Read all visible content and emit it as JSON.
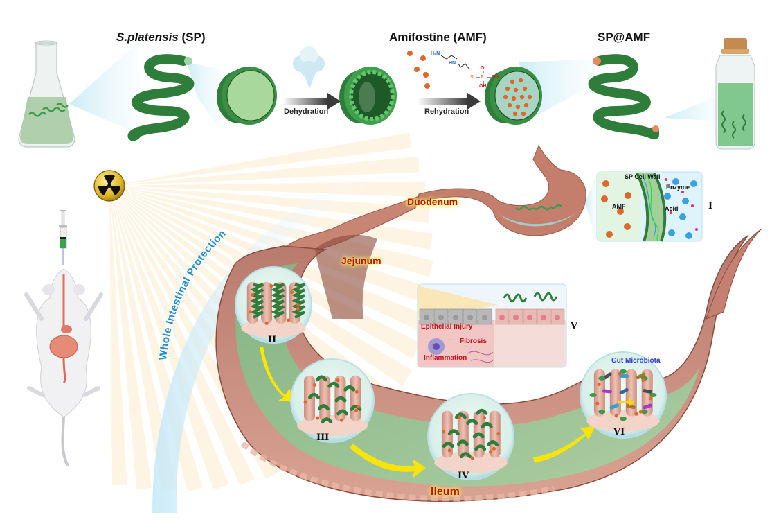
{
  "figure": {
    "top_row": {
      "sp_title_italic": "S.platensis",
      "sp_title_suffix": " (SP)",
      "amf_title": "Amifostine (AMF)",
      "composite_title": "SP@AMF",
      "step_1": "Dehydration",
      "step_2": "Rehydration",
      "chemical_structure": {
        "amine": "H₂N",
        "imine": "HN",
        "sulfur": "S",
        "phosphorus": "P",
        "oxygen": "O",
        "hydroxyl_1": "OH",
        "hydroxyl_2": "OH"
      }
    },
    "banner": "Whole Intestinal Protection",
    "regions": {
      "duodenum": "Duodenum",
      "jejunum": "Jejunum",
      "ileum": "Ileum"
    },
    "inset_I": {
      "marker": "I",
      "cell_wall": "SP Cell Wall",
      "amf": "AMF",
      "enzyme": "Enzyme",
      "acid": "Acid"
    },
    "inset_V": {
      "marker": "V",
      "epithelial_injury": "Epithelial Injury",
      "fibrosis": "Fibrosis",
      "inflammation": "Inflammation"
    },
    "villi_panels": [
      {
        "marker": "II"
      },
      {
        "marker": "III"
      },
      {
        "marker": "IV"
      },
      {
        "marker": "VI",
        "label": "Gut Microbiota"
      }
    ],
    "icons": {
      "radiation": "radiation-hazard",
      "syringe": "syringe",
      "mouse": "mouse",
      "flask": "erlenmeyer-flask",
      "vial": "corked-vial",
      "cloud": "dehydration-cloud"
    },
    "colors": {
      "spirulina_green": "#2f7d3a",
      "amf_orange": "#e0662a",
      "tissue_pink": "#c98a7c",
      "label_red": "#c0101a",
      "banner_blue": "#1d8fd6",
      "ray_orange": "#f7c46a",
      "enzyme_blue": "#3aa0e0",
      "acid_pink": "#e0306a"
    }
  }
}
